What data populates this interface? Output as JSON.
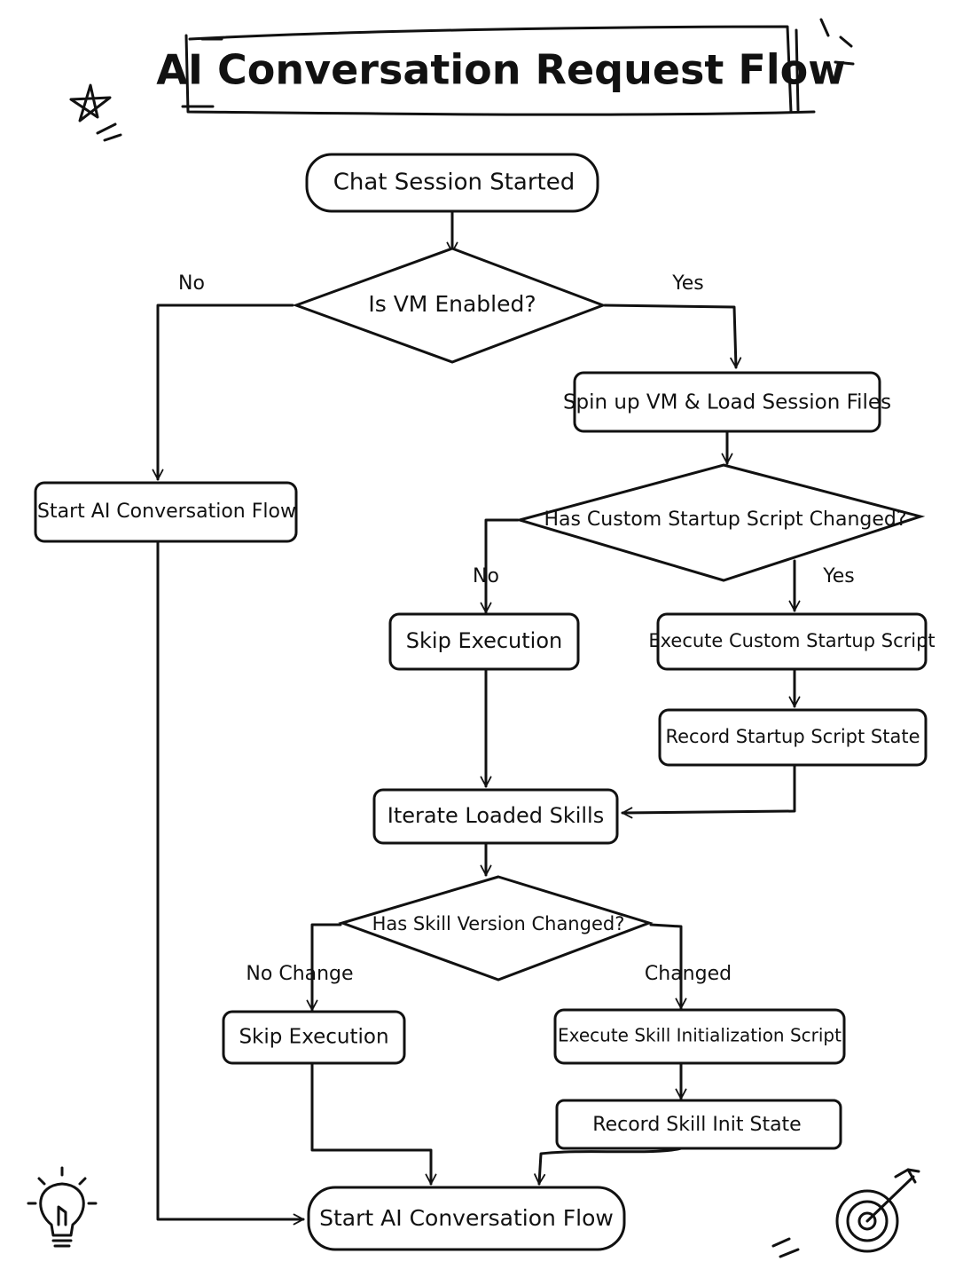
{
  "title": "AI Conversation Request Flow",
  "colors": {
    "ink": "#111111",
    "paper": "#ffffff"
  },
  "nodes": {
    "chat_session_started": "Chat Session Started",
    "is_vm_enabled": "Is VM Enabled?",
    "spin_up_vm": "Spin up VM & Load Session Files",
    "start_ai_flow_left": "Start AI Conversation Flow",
    "has_startup_changed": "Has Custom Startup Script Changed?",
    "skip_execution_1": "Skip Execution",
    "execute_startup_script": "Execute Custom Startup Script",
    "record_startup_state": "Record Startup Script State",
    "iterate_skills": "Iterate Loaded Skills",
    "has_skill_changed": "Has Skill Version Changed?",
    "skip_execution_2": "Skip Execution",
    "execute_skill_init": "Execute Skill Initialization Script",
    "record_skill_state": "Record Skill Init State",
    "start_ai_flow_bottom": "Start AI Conversation Flow"
  },
  "edge_labels": {
    "vm_no": "No",
    "vm_yes": "Yes",
    "startup_no": "No",
    "startup_yes": "Yes",
    "skill_no_change": "No Change",
    "skill_changed": "Changed"
  },
  "decorations": [
    "star-icon",
    "lightbulb-icon",
    "target-icon"
  ]
}
